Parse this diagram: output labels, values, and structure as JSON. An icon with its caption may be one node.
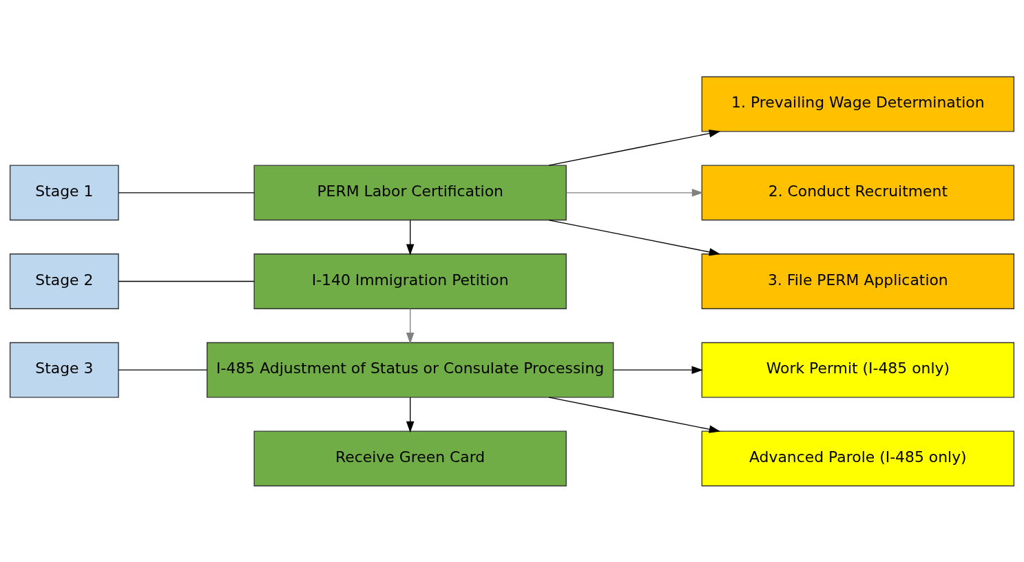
{
  "diagram": {
    "nodes": [
      {
        "text": [
          "Stage 1"
        ]
      },
      {
        "text": [
          "PERM Labor Certification"
        ]
      },
      {
        "text": [
          "1. Prevailing Wage Determination"
        ]
      },
      {
        "text": [
          "2. Conduct Recruitment"
        ]
      },
      {
        "text": [
          "3. File PERM Application"
        ]
      },
      {
        "text": [
          "Stage 2"
        ]
      },
      {
        "text": [
          "I-140 Immigration Petition"
        ]
      },
      {
        "text": [
          "Stage 3"
        ]
      },
      {
        "text": [
          "I-485 Adjustment of Status or Consulate Processing"
        ]
      },
      {
        "text": [
          "Work Permit (I-485 only)"
        ]
      },
      {
        "text": [
          "Advanced Parole (I-485 only)"
        ]
      },
      {
        "text": [
          "Receive Green Card"
        ]
      }
    ],
    "edges": [
      {
        "from": 0,
        "to": 1,
        "arrow": "none"
      },
      {
        "from": 1,
        "to": 2,
        "arrow": "to"
      },
      {
        "from": 1,
        "to": 3,
        "arrow": "to",
        "color": "#808080"
      },
      {
        "from": 1,
        "to": 4,
        "arrow": "to"
      },
      {
        "from": 1,
        "to": 6,
        "arrow": "to"
      },
      {
        "from": 5,
        "to": 6,
        "arrow": "none"
      },
      {
        "from": 6,
        "to": 8,
        "arrow": "to",
        "color": "#808080"
      },
      {
        "from": 7,
        "to": 8,
        "arrow": "none"
      },
      {
        "from": 8,
        "to": 9,
        "arrow": "to"
      },
      {
        "from": 8,
        "to": 10,
        "arrow": "to"
      },
      {
        "from": 8,
        "to": 11,
        "arrow": "to"
      }
    ]
  }
}
